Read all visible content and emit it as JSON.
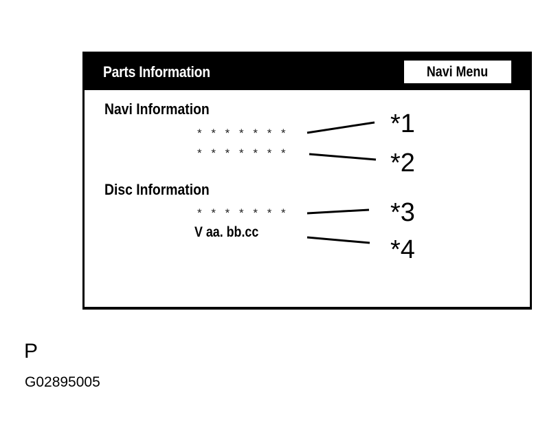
{
  "header": {
    "title": "Parts Information",
    "navi_menu_button": "Navi Menu"
  },
  "sections": [
    {
      "title": "Navi Information",
      "values": [
        "* * * * * * *",
        "* * * * * * *"
      ]
    },
    {
      "title": "Disc Information",
      "values": [
        "* * * * * * *",
        "V aa. bb.cc"
      ]
    }
  ],
  "callouts": [
    "*1",
    "*2",
    "*3",
    "*4"
  ],
  "footer": {
    "label": "P",
    "figure_code": "G02895005"
  },
  "colors": {
    "header_bg": "#000000",
    "screen_bg": "#ffffff",
    "text": "#000000"
  }
}
